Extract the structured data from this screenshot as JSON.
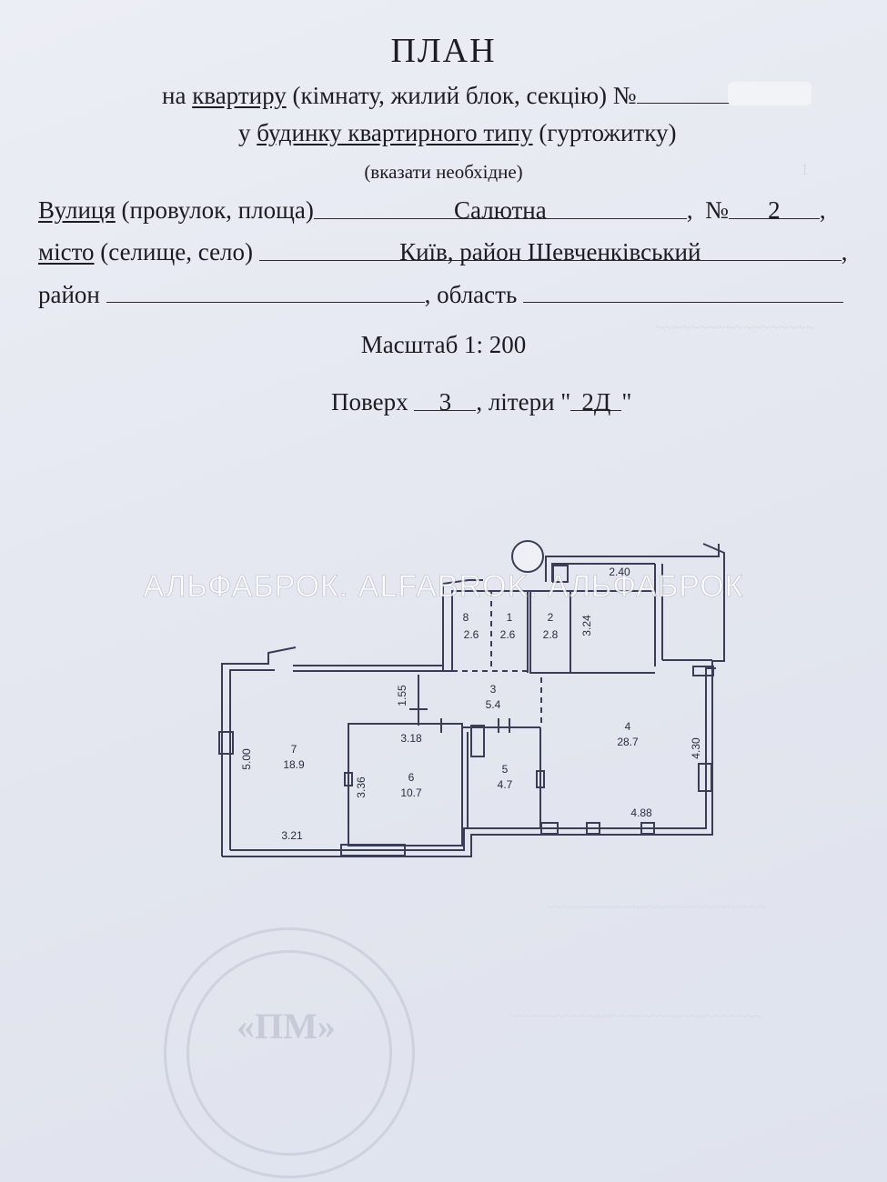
{
  "header": {
    "title": "ПЛАН",
    "line1_prefix": "на ",
    "line1_underlined": "квартиру",
    "line1_rest": " (кімнату, жилий блок, секцію) №",
    "line2_prefix": "у ",
    "line2_underlined": "будинку квартирного типу",
    "line2_rest": " (гуртожитку)",
    "note": "(вказати необхідне)"
  },
  "address": {
    "street_label": "Вулиця",
    "street_label_rest": " (провулок, площа)",
    "street_value": "Салютна",
    "number_label": "№",
    "number_value": "2",
    "city_label": "місто",
    "city_label_rest": " (селище, село)",
    "city_value": "Київ, район Шевченківський",
    "district_label": "район",
    "region_label": ", область"
  },
  "scale_text": "Масштаб 1: 200",
  "floor": {
    "label": "Поверх",
    "value": "3",
    "letters_label": ", літери \"",
    "letters_value": "2Д",
    "letters_close": "\""
  },
  "watermark": "АЛЬФАБРОК. ALFABROK. АЛЬФАБРОК",
  "plan": {
    "rooms": [
      {
        "id": "8",
        "area": "2.6"
      },
      {
        "id": "1",
        "area": "2.6"
      },
      {
        "id": "2",
        "area": "2.8"
      },
      {
        "id": "3",
        "area": "5.4"
      },
      {
        "id": "4",
        "area": "28.7"
      },
      {
        "id": "5",
        "area": "4.7"
      },
      {
        "id": "6",
        "area": "10.7"
      },
      {
        "id": "7",
        "area": "18.9"
      }
    ],
    "dimensions": [
      "2.40",
      "3.24",
      "1.55",
      "3.18",
      "4.30",
      "5.00",
      "3.36",
      "3.21",
      "4.88"
    ]
  },
  "colors": {
    "paper": "#e4e7f0",
    "ink": "#1c1c22",
    "plan_line": "#3a3d55"
  }
}
